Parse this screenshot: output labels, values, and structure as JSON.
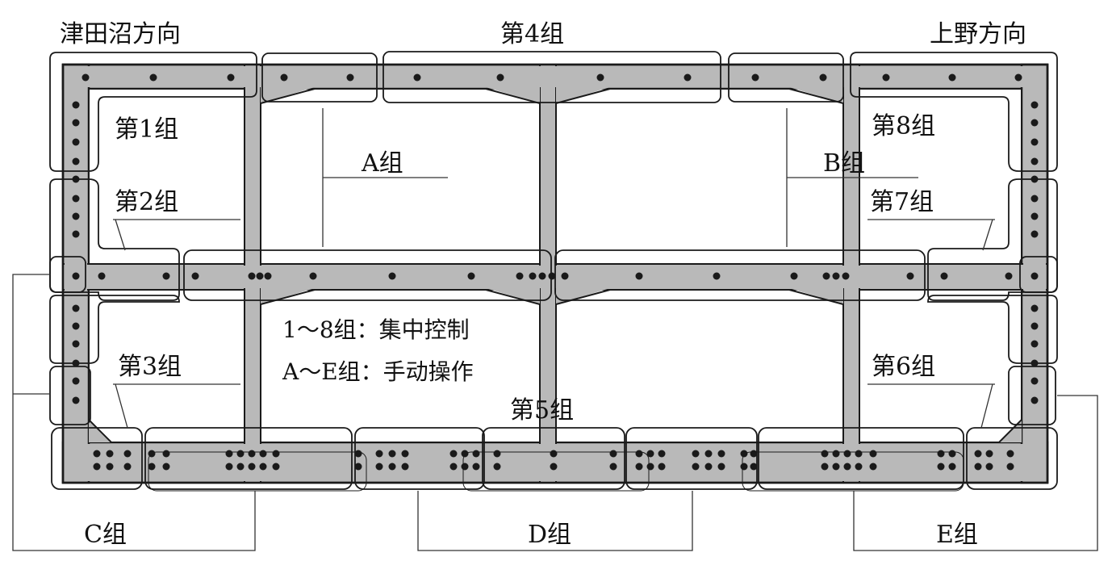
{
  "labels": {
    "direction_left": "津田沼方向",
    "direction_right": "上野方向",
    "group_4": "第4组",
    "group_1": "第1组",
    "group_2": "第2组",
    "group_3": "第3组",
    "group_5": "第5组",
    "group_6": "第6组",
    "group_7": "第7组",
    "group_8": "第8组",
    "group_A": "A组",
    "group_B": "B组",
    "group_C": "C组",
    "group_D": "D组",
    "group_E": "E组",
    "legend_line1": "1～8组：集中控制",
    "legend_line2": "A～E组：手动操作"
  },
  "colors": {
    "concrete": "#b9b9b9",
    "outline": "#1a1a1a",
    "dot": "#1a1a1a",
    "leader": "#333333"
  }
}
